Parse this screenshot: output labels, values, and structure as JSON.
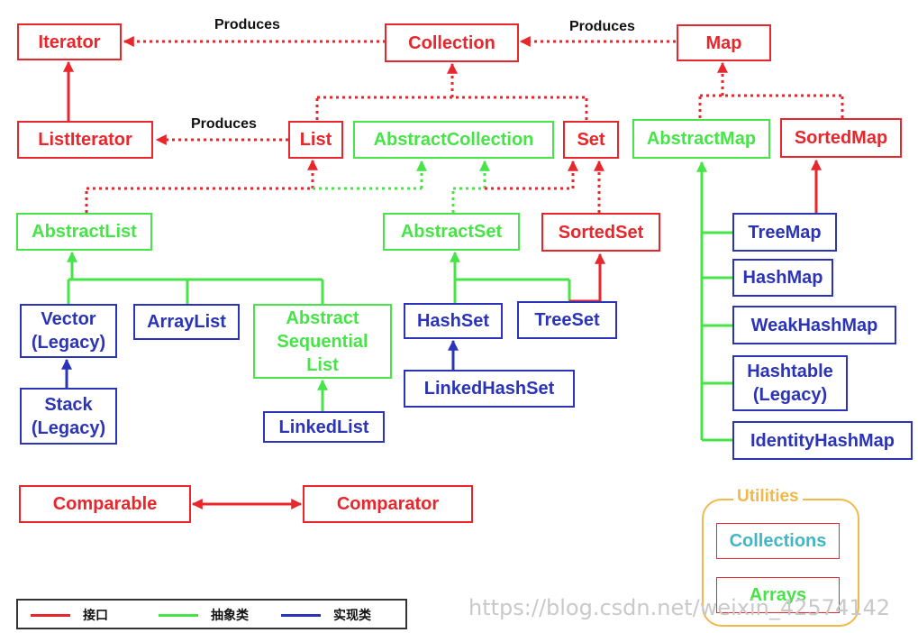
{
  "colors": {
    "interface": "#e8262b",
    "abstract": "#47e447",
    "implementation": "#2b34b8",
    "utilities": "#f2b84b",
    "utility_text": "#41b6c4"
  },
  "labels": {
    "produces_1": "Produces",
    "produces_2": "Produces",
    "produces_3": "Produces"
  },
  "nodes": {
    "iterator": "Iterator",
    "collection": "Collection",
    "map": "Map",
    "list_iterator": "ListIterator",
    "list": "List",
    "abstract_collection": "AbstractCollection",
    "set": "Set",
    "abstract_map": "AbstractMap",
    "sorted_map": "SortedMap",
    "abstract_list": "AbstractList",
    "abstract_set": "AbstractSet",
    "sorted_set": "SortedSet",
    "tree_map": "TreeMap",
    "hash_map": "HashMap",
    "weak_hash_map": "WeakHashMap",
    "hashtable": "Hashtable\n(Legacy)",
    "identity_hash_map": "IdentityHashMap",
    "vector": "Vector\n(Legacy)",
    "array_list": "ArrayList",
    "abstract_sequential_list": "Abstract\nSequential\nList",
    "hash_set": "HashSet",
    "tree_set": "TreeSet",
    "stack": "Stack\n(Legacy)",
    "linked_list": "LinkedList",
    "linked_hash_set": "LinkedHashSet",
    "comparable": "Comparable",
    "comparator": "Comparator"
  },
  "utilities": {
    "title": "Utilities",
    "collections": "Collections",
    "arrays": "Arrays"
  },
  "legend": {
    "interface": "接口",
    "abstract": "抽象类",
    "implementation": "实现类"
  },
  "watermark": "https://blog.csdn.net/weixin_42574142"
}
